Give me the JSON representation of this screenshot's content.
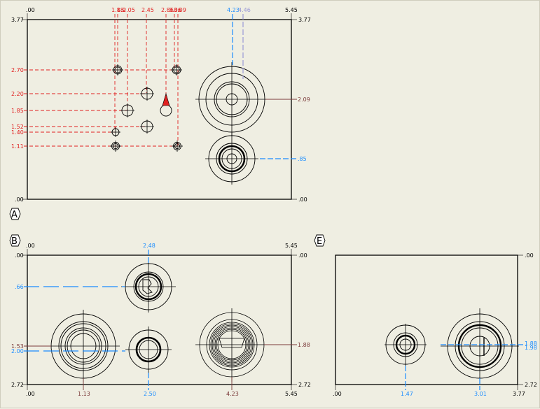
{
  "colors": {
    "background": "#efeee2",
    "ink": "#000000",
    "red": "#e02020",
    "blue": "#1a8cff",
    "purple": "#9a9ad6",
    "maroon": "#7b3a3a"
  },
  "view_a": {
    "label": "A",
    "top_left": ".00",
    "top_right": "5.45",
    "left_top": "3.77",
    "right_top": "3.77",
    "bottom_left": ".00",
    "bottom_right": ".00",
    "red_top": [
      "1.88",
      "1.9",
      "2.05",
      "2.45",
      "2.86",
      "3.06",
      "3.09"
    ],
    "red_left": [
      "2.70",
      "2.20",
      "1.85",
      "1.52",
      "1.40",
      "1.11"
    ],
    "blue_top": "4.23",
    "purple_top": "4.46",
    "right_maroon": "2.09",
    "right_blue": ".85"
  },
  "view_b": {
    "label": "B",
    "top_left": ".00",
    "top_right": "5.45",
    "left_top": ".00",
    "right_top": ".00",
    "bottom_left_v": "2.72",
    "bottom_right_v": "2.72",
    "bottom_left": ".00",
    "bottom_right": "5.45",
    "blue_top": "2.48",
    "blue_left_1": ".66",
    "left_maroon": "1.53",
    "blue_left_2": "2.00",
    "right_maroon": "1.88",
    "bottom_maroon_1": "1.13",
    "bottom_blue": "2.50",
    "bottom_maroon_2": "4.23"
  },
  "view_e": {
    "label": "E",
    "right_top": ".00",
    "right_blue_1": "1.88",
    "right_blue_2": "1.98",
    "right_bottom": "2.72",
    "bottom_left": ".00",
    "bottom_blue_1": "1.47",
    "bottom_blue_2": "3.01",
    "bottom_right": "3.77"
  }
}
